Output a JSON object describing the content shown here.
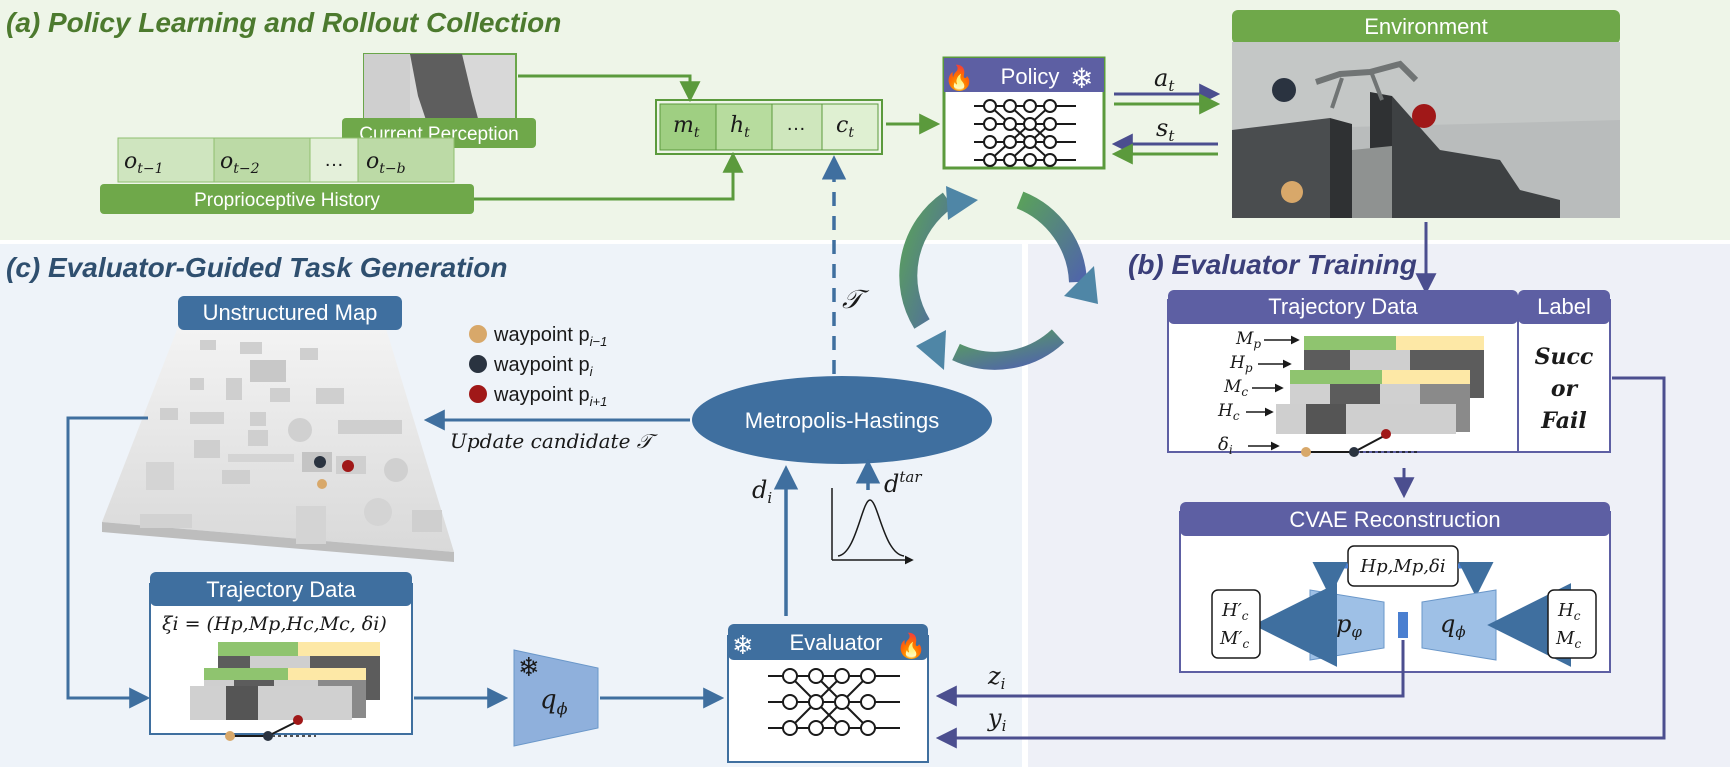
{
  "section_a": {
    "title": "(a) Policy Learning and Rollout Collection",
    "current_perception": "Current Perception",
    "proprio_history": "Proprioceptive History",
    "proprio_obs": [
      "o",
      "o",
      "…",
      "o"
    ],
    "proprio_obs_sub": [
      "t−1",
      "t−2",
      "",
      "t−b"
    ],
    "input_tokens": [
      "m",
      "h",
      "…",
      "c"
    ],
    "input_tokens_sub": [
      "t",
      "t",
      "",
      "t"
    ],
    "policy_title": "Policy",
    "action": "a",
    "action_sub": "t",
    "state": "s",
    "state_sub": "t",
    "environment_title": "Environment"
  },
  "section_b": {
    "title": "(b) Evaluator Training",
    "trajectory_data_title": "Trajectory Data",
    "label_title": "Label",
    "label_text": [
      "Succ",
      "or",
      "Fail"
    ],
    "row_labels": [
      "M",
      "H",
      "M",
      "H"
    ],
    "row_labels_sub": [
      "p",
      "p",
      "c",
      "c"
    ],
    "delta_label": "δ",
    "delta_sub": "i",
    "cvae_title": "CVAE Reconstruction",
    "cvae_condition": "H",
    "cvae_condition_full": "Hp,Mp,δi",
    "decoder": "p",
    "decoder_sub": "φ",
    "encoder": "q",
    "encoder_sub": "ϕ",
    "recon_out": [
      "H′",
      "M′"
    ],
    "recon_out_sub": [
      "c",
      "c"
    ],
    "recon_in": [
      "H",
      "M"
    ],
    "recon_in_sub": [
      "c",
      "c"
    ]
  },
  "section_c": {
    "title": "(c) Evaluator-Guided Task Generation",
    "map_title": "Unstructured Map",
    "legend": [
      {
        "text": "waypoint p",
        "sub": "i−1",
        "color": "#d8a86a"
      },
      {
        "text": "waypoint p",
        "sub": "i",
        "color": "#2a3340"
      },
      {
        "text": "waypoint p",
        "sub": "i+1",
        "color": "#a01818"
      }
    ],
    "update_candidate": "Update candidate 𝒯",
    "mh_label": "Metropolis-Hastings",
    "task_symbol": "𝒯",
    "d_i": "d",
    "d_i_sub": "i",
    "d_tar": "d",
    "d_tar_sup": "tar",
    "trajectory_data_title": "Trajectory Data",
    "xi_formula": "ξi = (Hp,Mp,Hc,Mc, δi)",
    "q_phi": "q",
    "q_phi_sub": "ϕ",
    "evaluator_title": "Evaluator",
    "z_i": "z",
    "z_i_sub": "i",
    "y_i": "y",
    "y_i_sub": "i"
  },
  "colors": {
    "green_dark": "#5b9a3c",
    "green_light": "#9fcf82",
    "purple": "#5d5fa3",
    "steel_blue": "#3f6f9f",
    "section_a_bg": "#eef5e8",
    "section_bc_bg": "#eef1f7"
  }
}
